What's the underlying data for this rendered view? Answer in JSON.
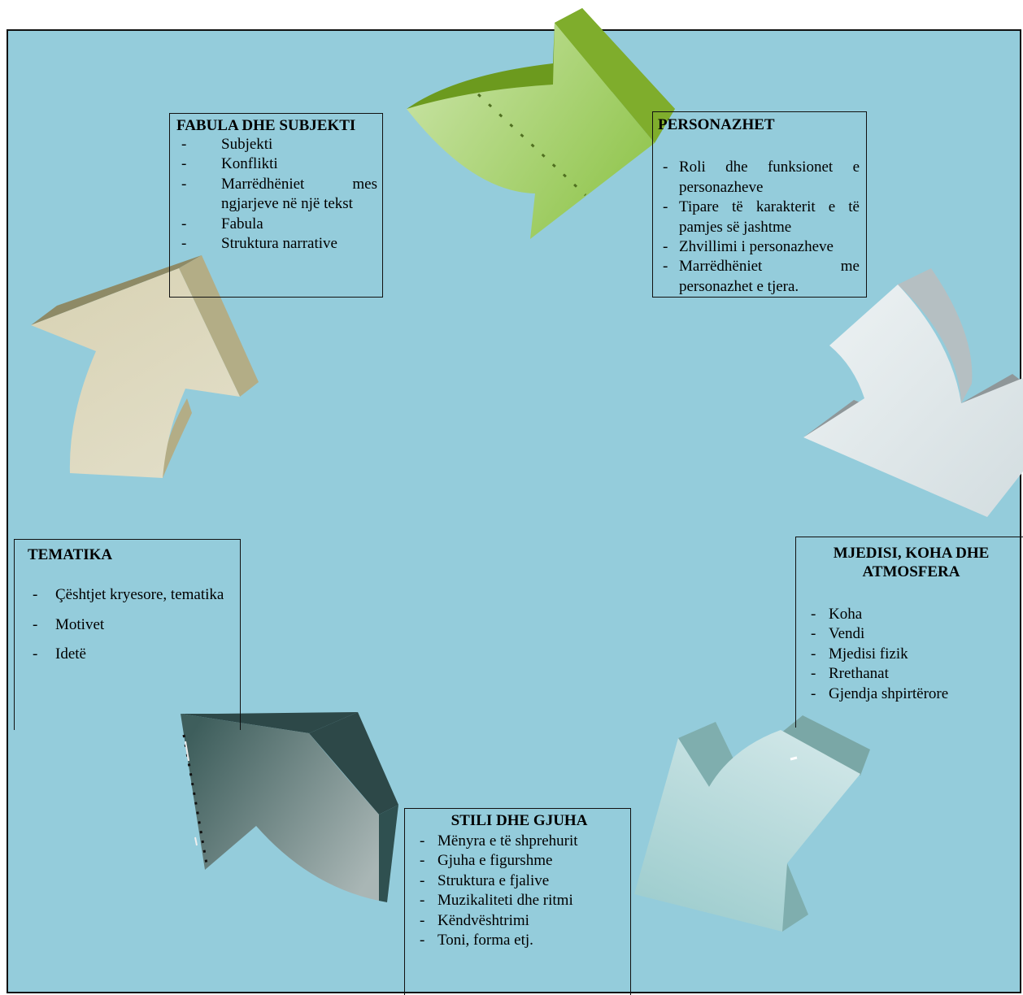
{
  "boxes": {
    "fabula": {
      "title": "FABULA DHE SUBJEKTI",
      "items": [
        "Subjekti",
        "Konflikti",
        "Marrëdhëniet mes ngjarjeve në një tekst",
        "Fabula",
        "Struktura narrative"
      ]
    },
    "personazhet": {
      "title": "PERSONAZHET",
      "items": [
        "Roli dhe funksionet e personazheve",
        "Tipare të karakterit e të pamjes së jashtme",
        "Zhvillimi i personazheve",
        "Marrëdhëniet me personazhet e tjera."
      ]
    },
    "mjedisi": {
      "title": "MJEDISI, KOHA DHE ATMOSFERA",
      "items": [
        "Koha",
        "Vendi",
        "Mjedisi fizik",
        "Rrethanat",
        "Gjendja shpirtërore"
      ]
    },
    "stili": {
      "title": "STILI DHE GJUHA",
      "items": [
        "Mënyra e të shprehurit",
        "Gjuha e figurshme",
        "Struktura e fjalive",
        "Muzikaliteti dhe ritmi",
        "Këndvështrimi",
        "Toni, forma etj."
      ]
    },
    "tematika": {
      "title": "TEMATIKA",
      "items": [
        "Çështjet kryesore, tematika",
        "Motivet",
        "Idetë"
      ]
    }
  },
  "bullet": "-",
  "colors": {
    "background": "#94ccdb",
    "arrow_green": "#9fcd5a",
    "arrow_silver": "#dde6e8",
    "arrow_aqua": "#a9d4d6",
    "arrow_teal": "#6e8d8b",
    "arrow_khaki": "#d4ceae"
  }
}
